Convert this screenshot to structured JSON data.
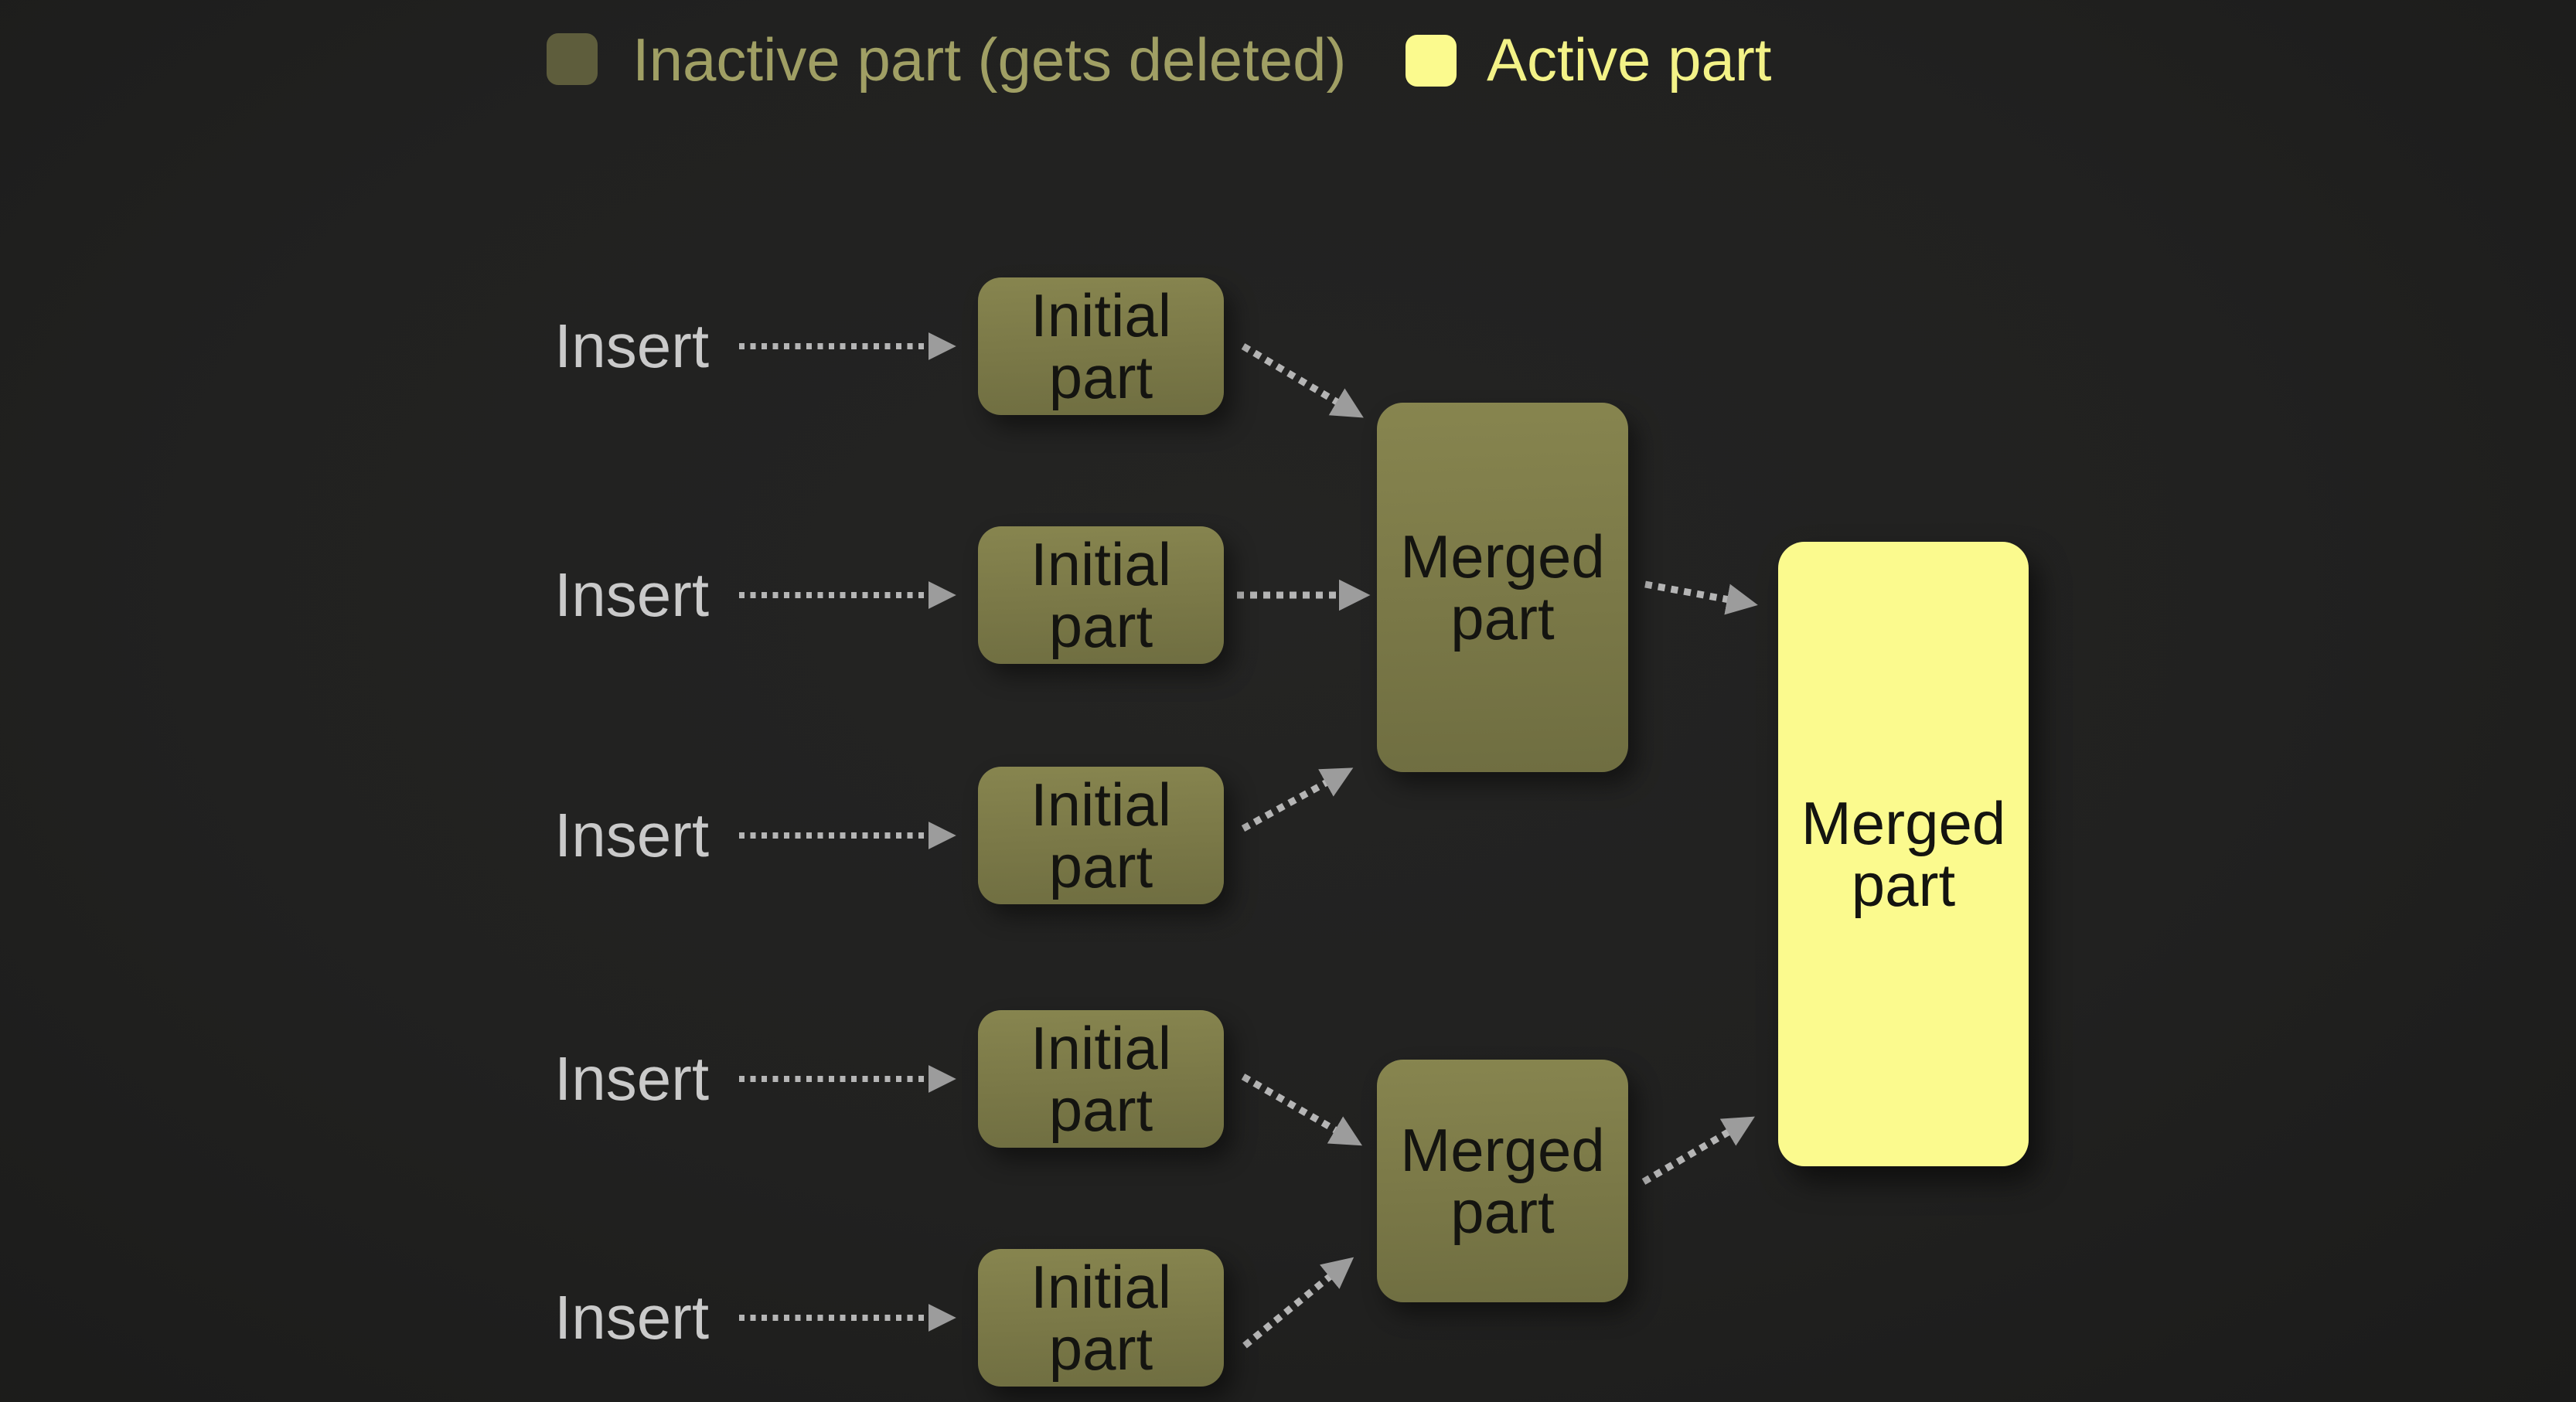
{
  "legend": {
    "inactive_label": "Inactive part (gets deleted)",
    "active_label": "Active part",
    "inactive_color": "#5e5d3c",
    "active_color": "#fbfa8e"
  },
  "diagram": {
    "insert_labels": [
      "Insert",
      "Insert",
      "Insert",
      "Insert",
      "Insert"
    ],
    "initial_parts": [
      {
        "line1": "Initial",
        "line2": "part",
        "state": "inactive"
      },
      {
        "line1": "Initial",
        "line2": "part",
        "state": "inactive"
      },
      {
        "line1": "Initial",
        "line2": "part",
        "state": "inactive"
      },
      {
        "line1": "Initial",
        "line2": "part",
        "state": "inactive"
      },
      {
        "line1": "Initial",
        "line2": "part",
        "state": "inactive"
      }
    ],
    "merged_parts": [
      {
        "line1": "Merged",
        "line2": "part",
        "state": "inactive"
      },
      {
        "line1": "Merged",
        "line2": "part",
        "state": "inactive"
      },
      {
        "line1": "Merged",
        "line2": "part",
        "state": "active"
      }
    ],
    "colors": {
      "background": "#212120",
      "inactive_box": "#7a7847",
      "active_box": "#fbfa8e",
      "box_text": "#141410",
      "insert_text": "#cacaca",
      "legend_inactive_text": "#a09f64",
      "legend_active_text": "#f3f287",
      "arrow_dots": "#b5b5b5",
      "arrow_head": "#9c9c9c"
    }
  }
}
